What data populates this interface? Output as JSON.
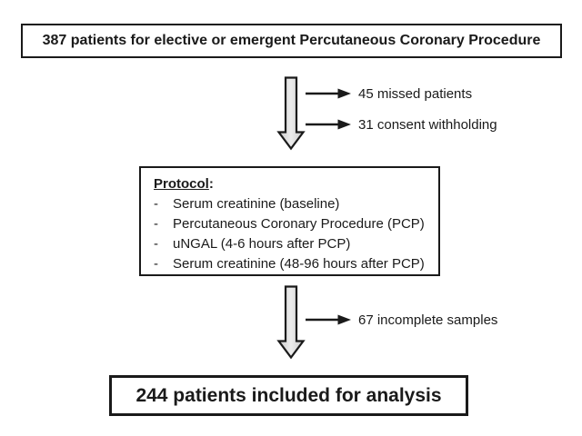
{
  "colors": {
    "background": "#ffffff",
    "box_border": "#1a1a1a",
    "text": "#1a1a1a",
    "arrow_fill": "#d9d9d9",
    "arrow_fill_light": "#ececec",
    "arrow_stroke": "#1a1a1a"
  },
  "flowchart": {
    "top_box": {
      "label": "387 patients for elective or emergent Percutaneous Coronary Procedure"
    },
    "exclusions_1": [
      {
        "label": "45 missed patients"
      },
      {
        "label": "31 consent withholding"
      }
    ],
    "protocol_box": {
      "title": "Protocol",
      "title_suffix": ":",
      "bullet": "-",
      "items": [
        "Serum creatinine (baseline)",
        "Percutaneous Coronary Procedure (PCP)",
        "uNGAL (4-6 hours after PCP)",
        "Serum creatinine (48-96 hours after PCP)"
      ]
    },
    "exclusions_2": [
      {
        "label": "67 incomplete samples"
      }
    ],
    "bottom_box": {
      "label": "244 patients included for analysis"
    }
  }
}
